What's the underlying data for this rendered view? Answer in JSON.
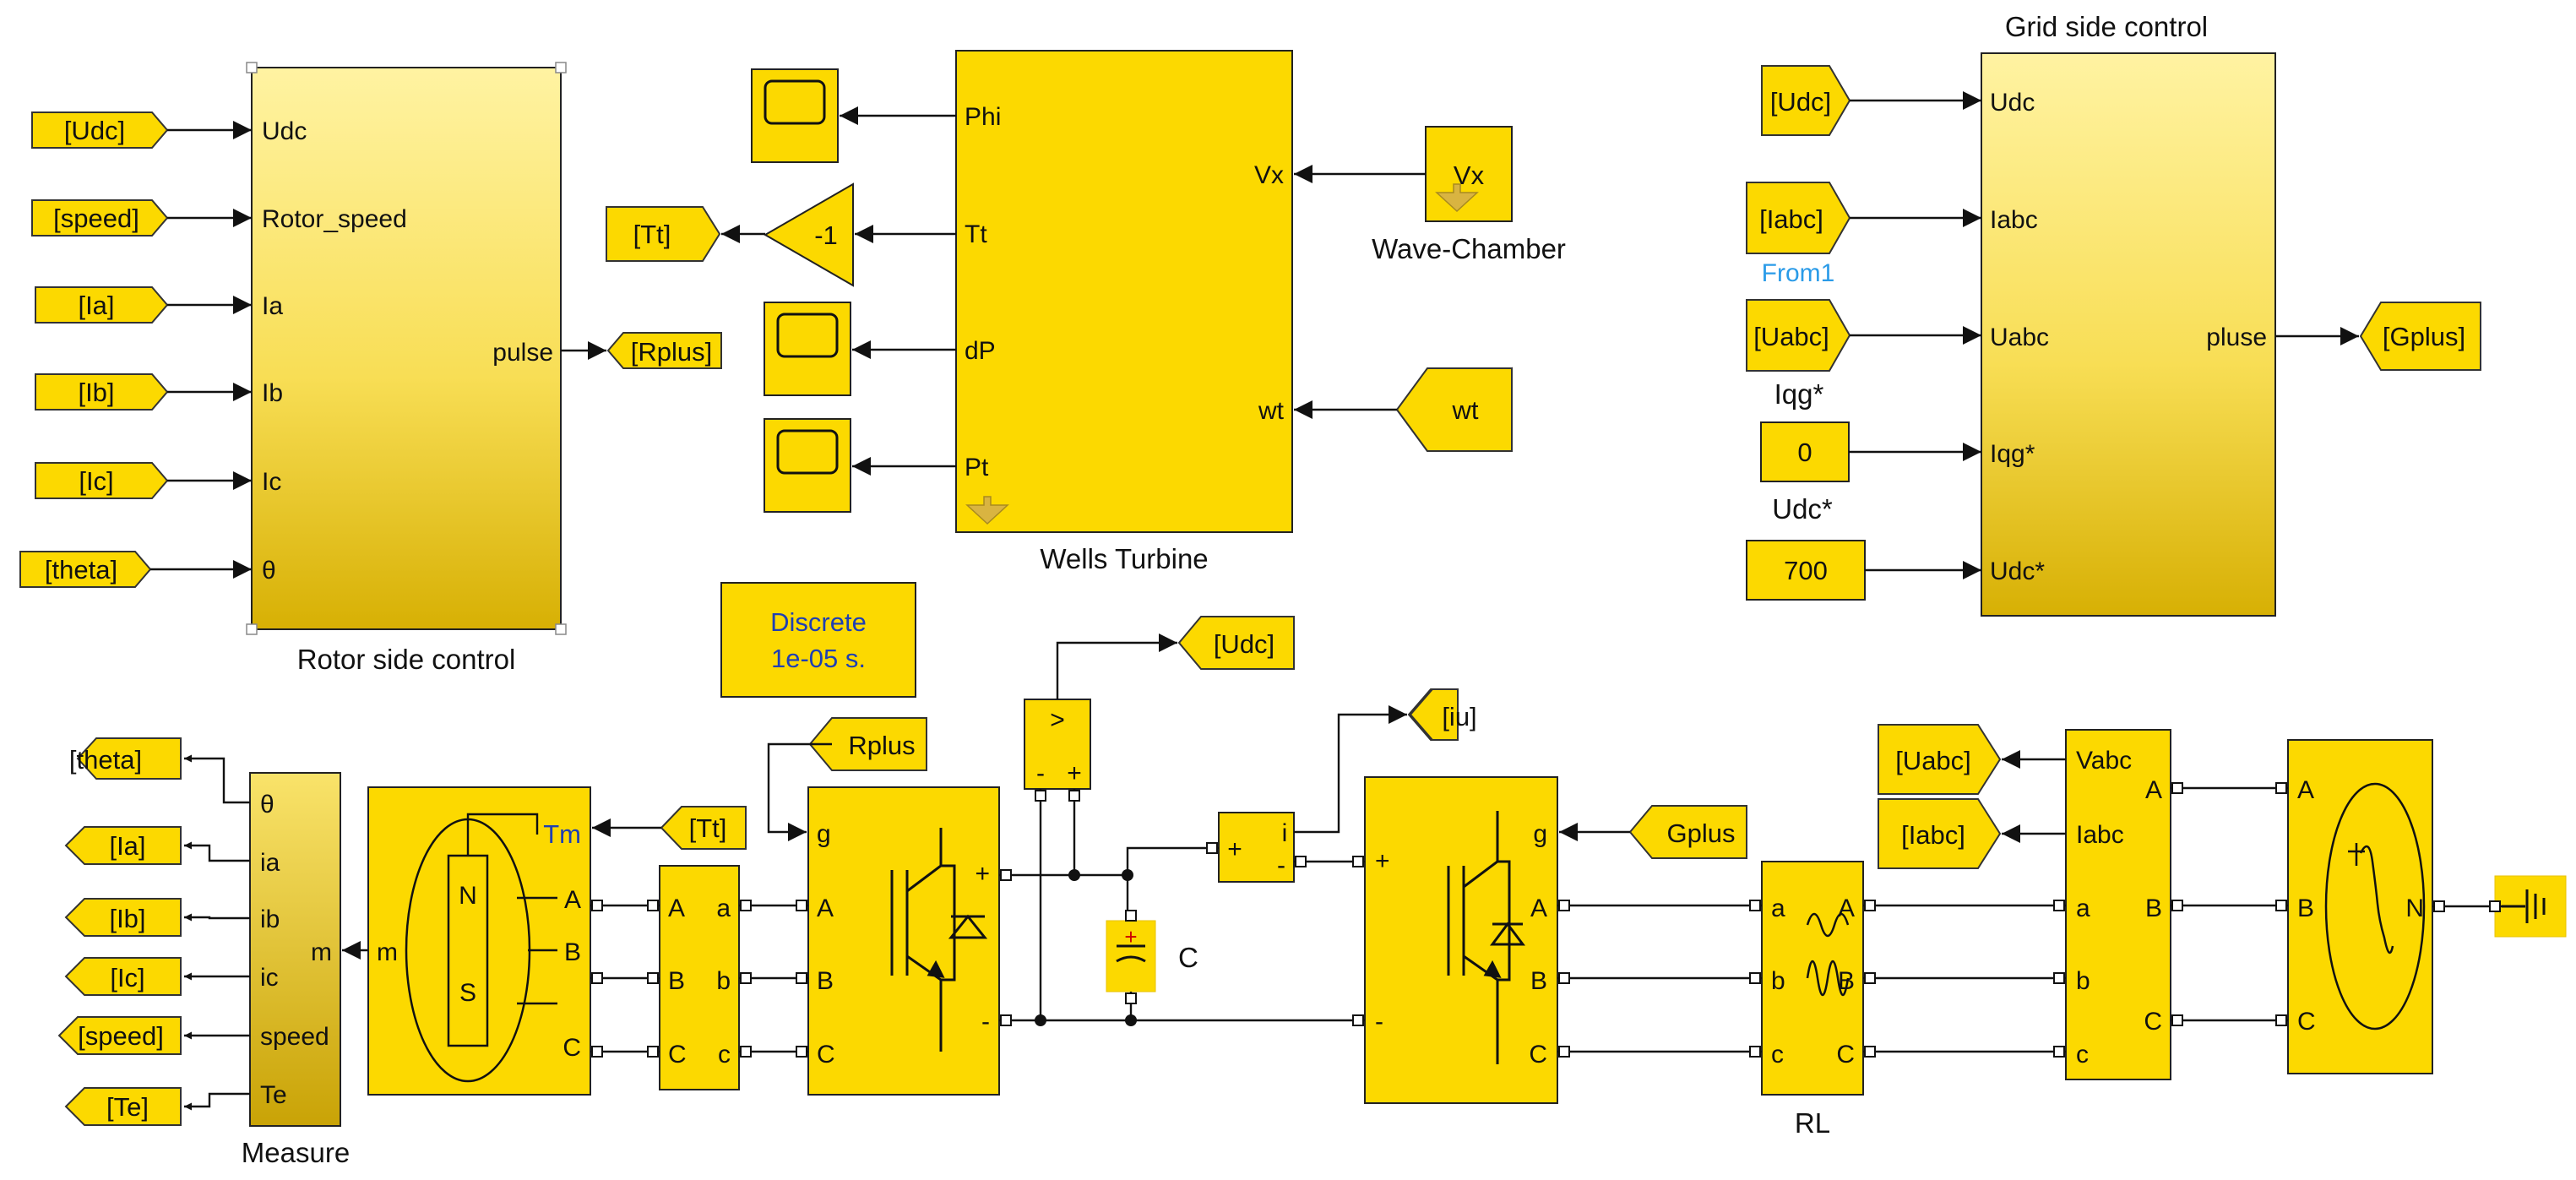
{
  "colors": {
    "block_fill": "#fcd900",
    "block_grad_top": "#fff19a",
    "block_grad_bottom": "#dcb400",
    "wire": "#111111",
    "label_blue": "#1e3fb4",
    "from_label": "#2a9be8"
  },
  "rotor_block": {
    "inputs": [
      "Udc",
      "Rotor_speed",
      "Ia",
      "Ib",
      "Ic",
      "θ"
    ],
    "output": "pulse",
    "caption": "Rotor side control"
  },
  "rotor_tags": {
    "udc": "[Udc]",
    "speed": "[speed]",
    "ia": "[Ia]",
    "ib": "[Ib]",
    "ic": "[Ic]",
    "theta": "[theta]",
    "rplus": "[Rplus]"
  },
  "wells": {
    "ports_left": [
      "Phi",
      "Tt",
      "dP",
      "Pt"
    ],
    "ports_right": [
      "Vx",
      "wt"
    ],
    "caption": "Wells Turbine",
    "gain": "-1",
    "tt_tag": "[Tt]"
  },
  "wave": {
    "label": "Vx",
    "caption": "Wave-Chamber"
  },
  "wt_tag": "wt",
  "grid_block": {
    "title": "Grid side control",
    "inputs": [
      "Udc",
      "Iabc",
      "Uabc",
      "Iqg*",
      "Udc*"
    ],
    "output": "pluse"
  },
  "grid_tags": {
    "udc": "[Udc]",
    "iabc": "[Iabc]",
    "uabc": "[Uabc]",
    "gplus": "[Gplus]",
    "from_label": "From1",
    "iqg_label": "Iqg*",
    "iqg_value": "0",
    "udc_label": "Udc*",
    "udc_value": "700"
  },
  "powergui": {
    "line1": "Discrete",
    "line2": "1e-05 s."
  },
  "measure": {
    "outputs": [
      "θ",
      "ia",
      "ib",
      "ic",
      "speed",
      "Te"
    ],
    "input": "m",
    "caption": "Measure"
  },
  "measure_tags": {
    "theta": "[theta]",
    "ia": "[Ia]",
    "ib": "[Ib]",
    "ic": "[Ic]",
    "speed": "[speed]",
    "te": "[Te]"
  },
  "machine": {
    "tm": "Tm",
    "m": "m",
    "a": "A",
    "b": "B",
    "c": "C"
  },
  "tt_from": "[Tt]",
  "breaker": {
    "left": [
      "A",
      "B",
      "C"
    ],
    "right": [
      "a",
      "b",
      "c"
    ]
  },
  "rplus_from": "Rplus",
  "conv1": {
    "g": "g",
    "a": "A",
    "b": "B",
    "c": "C",
    "plus": "+",
    "minus": "-"
  },
  "vmeas": {
    "symbol": ">",
    "minus": "-",
    "plus": "+",
    "tag": "[Udc]"
  },
  "cap": {
    "label": "C",
    "plus": "+"
  },
  "imeas": {
    "plus": "+",
    "minus": "-",
    "i": "i",
    "tag": "[iu]"
  },
  "conv2": {
    "g": "g",
    "plus": "+",
    "minus": "-",
    "a": "A",
    "b": "B",
    "c": "C",
    "gplus": "Gplus"
  },
  "rl": {
    "left": [
      "a",
      "b",
      "c"
    ],
    "right": [
      "A",
      "B",
      "C"
    ],
    "caption": "RL"
  },
  "vimeas": {
    "vabc": "Vabc",
    "iabc": "Iabc",
    "left": [
      "a",
      "b",
      "c"
    ],
    "right": [
      "A",
      "B",
      "C"
    ],
    "uabc_tag": "[Uabc]",
    "iabc_tag": "[Iabc]"
  },
  "source": {
    "left": [
      "A",
      "B",
      "C"
    ],
    "n": "N"
  }
}
